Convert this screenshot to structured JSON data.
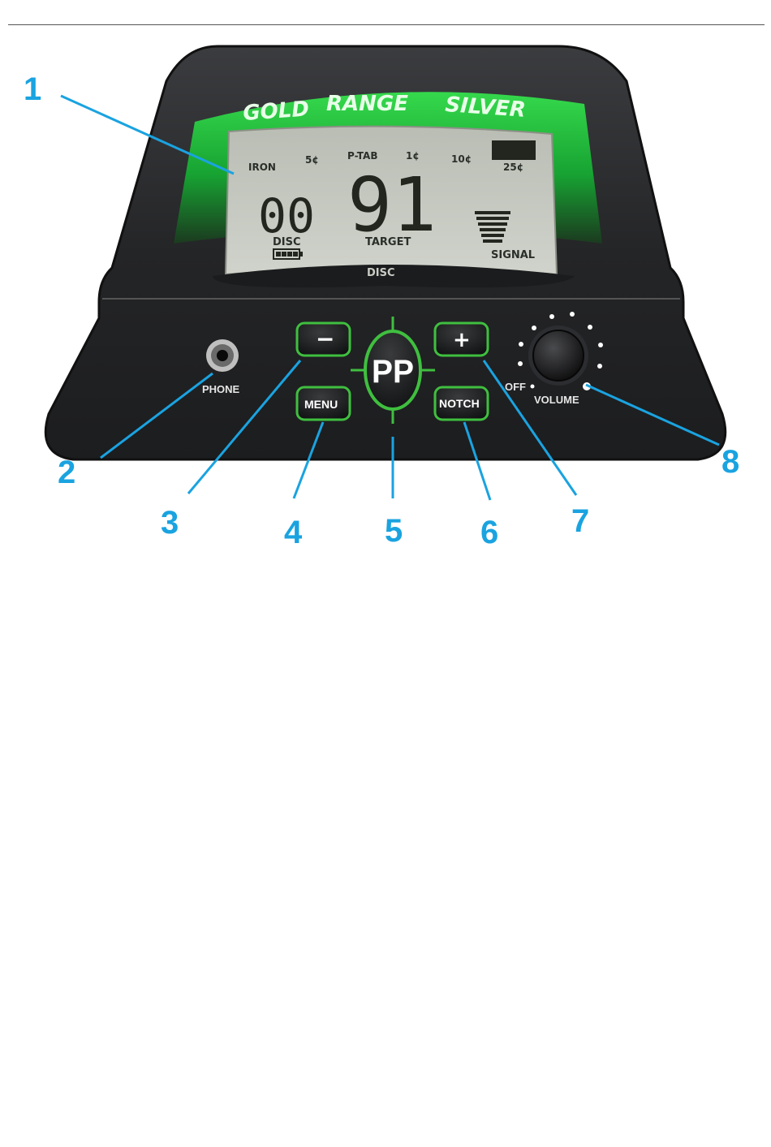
{
  "device": {
    "brand_banner": [
      "GOLD",
      "RANGE",
      "SILVER"
    ],
    "scale_labels": [
      "IRON",
      "5¢",
      "P-TAB",
      "1¢",
      "10¢",
      "25¢"
    ],
    "disc_value": "00",
    "disc_label": "DISC",
    "target_value": "91",
    "target_label": "TARGET",
    "signal_label": "SIGNAL",
    "lcd_bottom_label": "DISC",
    "phone_label": "PHONE",
    "minus_label": "−",
    "plus_label": "+",
    "menu_label": "MENU",
    "notch_label": "NOTCH",
    "pp_label": "PP",
    "off_label": "OFF",
    "volume_label": "VOLUME",
    "signal_bars": 6,
    "battery_segments": 4
  },
  "callouts": [
    "1",
    "2",
    "3",
    "4",
    "5",
    "6",
    "7",
    "8"
  ],
  "colors": {
    "callout": "#1aa3e0",
    "button_ring": "#3fbf3f",
    "banner_green": "#19c23b",
    "body": "#2a2b2d",
    "lcd_bg": "#c7cbc2"
  }
}
